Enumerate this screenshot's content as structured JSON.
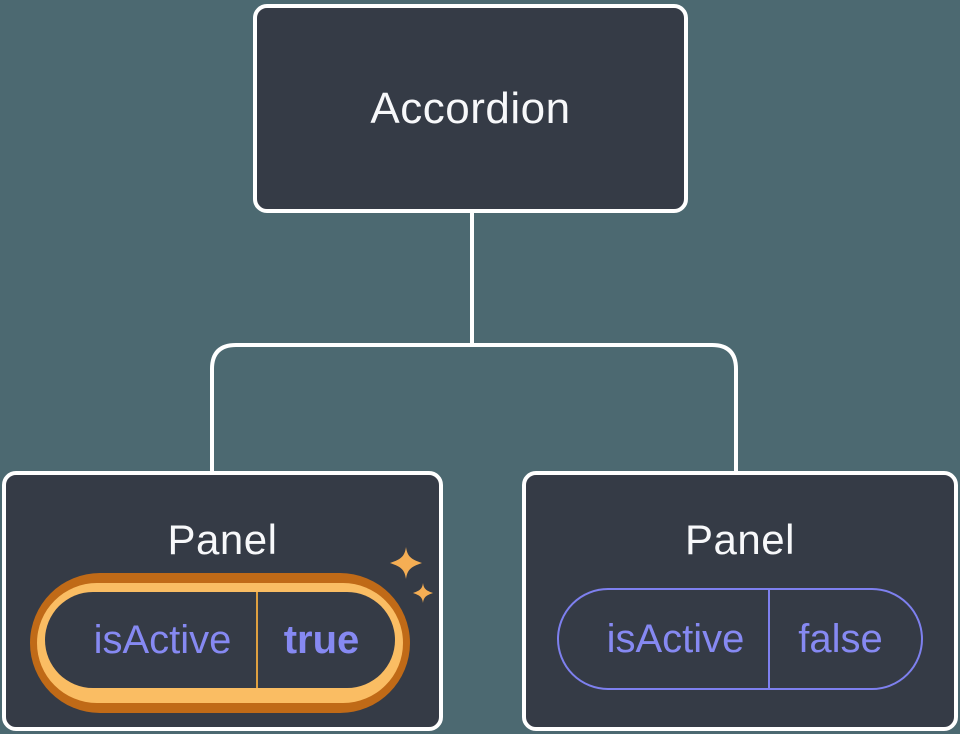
{
  "tree": {
    "root": {
      "label": "Accordion"
    },
    "children": [
      {
        "label": "Panel",
        "state": {
          "key": "isActive",
          "value": "true"
        },
        "highlighted": true
      },
      {
        "label": "Panel",
        "state": {
          "key": "isActive",
          "value": "false"
        },
        "highlighted": false
      }
    ]
  },
  "colors": {
    "bg": "#4C6971",
    "boxFill": "#353B46",
    "boxBorder": "#FFFFFF",
    "titleText": "#F7F8FA",
    "purpleText": "#8689F2",
    "purpleLine": "#7E80EF",
    "orangeDark": "#C06A17",
    "orangeLight": "#FABD63",
    "orangeDivider": "#DFA040",
    "sparkle": "#F5AE54",
    "connector": "#FFFFFF"
  }
}
